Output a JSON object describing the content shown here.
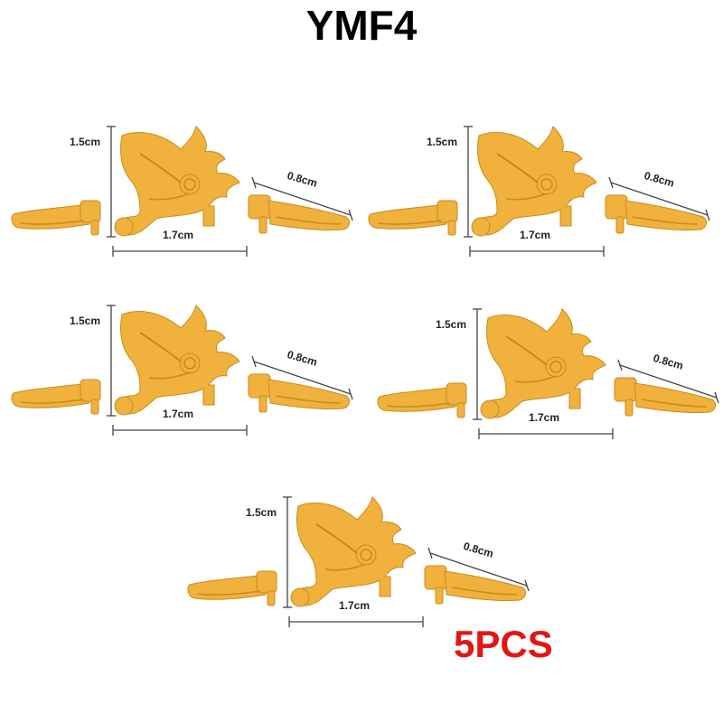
{
  "title": "YMF4",
  "count_label": "5PCS",
  "piece_color": "#f0b23c",
  "piece_shade": "#c98a1e",
  "dimensions": {
    "height": "1.5cm",
    "width": "1.7cm",
    "wing": "0.8cm"
  },
  "sets": [
    {
      "id": "set-1"
    },
    {
      "id": "set-2"
    },
    {
      "id": "set-3"
    },
    {
      "id": "set-4"
    },
    {
      "id": "set-5"
    }
  ]
}
